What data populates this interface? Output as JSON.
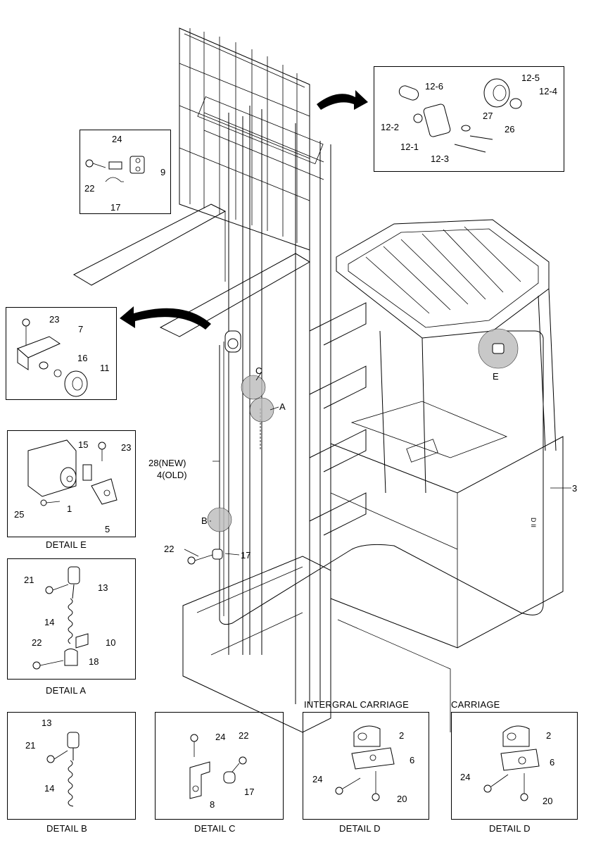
{
  "callouts": {
    "top_right": [
      "12-6",
      "12-5",
      "12-4",
      "27",
      "12-2",
      "26",
      "12-1",
      "12-3"
    ],
    "top_left": [
      "24",
      "9",
      "22",
      "17"
    ],
    "mid_left": [
      "23",
      "7",
      "16",
      "11"
    ],
    "detail_e": [
      "15",
      "23",
      "25",
      "1",
      "5"
    ],
    "detail_a": [
      "21",
      "13",
      "14",
      "22",
      "10",
      "18"
    ],
    "detail_b": [
      "13",
      "21",
      "14"
    ],
    "detail_c": [
      "24",
      "22",
      "17",
      "8"
    ],
    "detail_d1": [
      "2",
      "6",
      "24",
      "20"
    ],
    "detail_d2": [
      "2",
      "6",
      "24",
      "20"
    ],
    "main": [
      "C",
      "A",
      "B",
      "E",
      "3",
      "22",
      "17",
      "28(NEW)",
      "4(OLD)"
    ]
  },
  "captions": {
    "detail_e": "DETAIL E",
    "detail_a": "DETAIL A",
    "detail_b": "DETAIL B",
    "detail_c": "DETAIL C",
    "detail_d1": "DETAIL D",
    "detail_d2": "DETAIL D"
  },
  "headings": {
    "integral_carriage": "INTERGRAL CARRIAGE",
    "carriage": "CARRIAGE"
  },
  "cable_mark": "D II"
}
